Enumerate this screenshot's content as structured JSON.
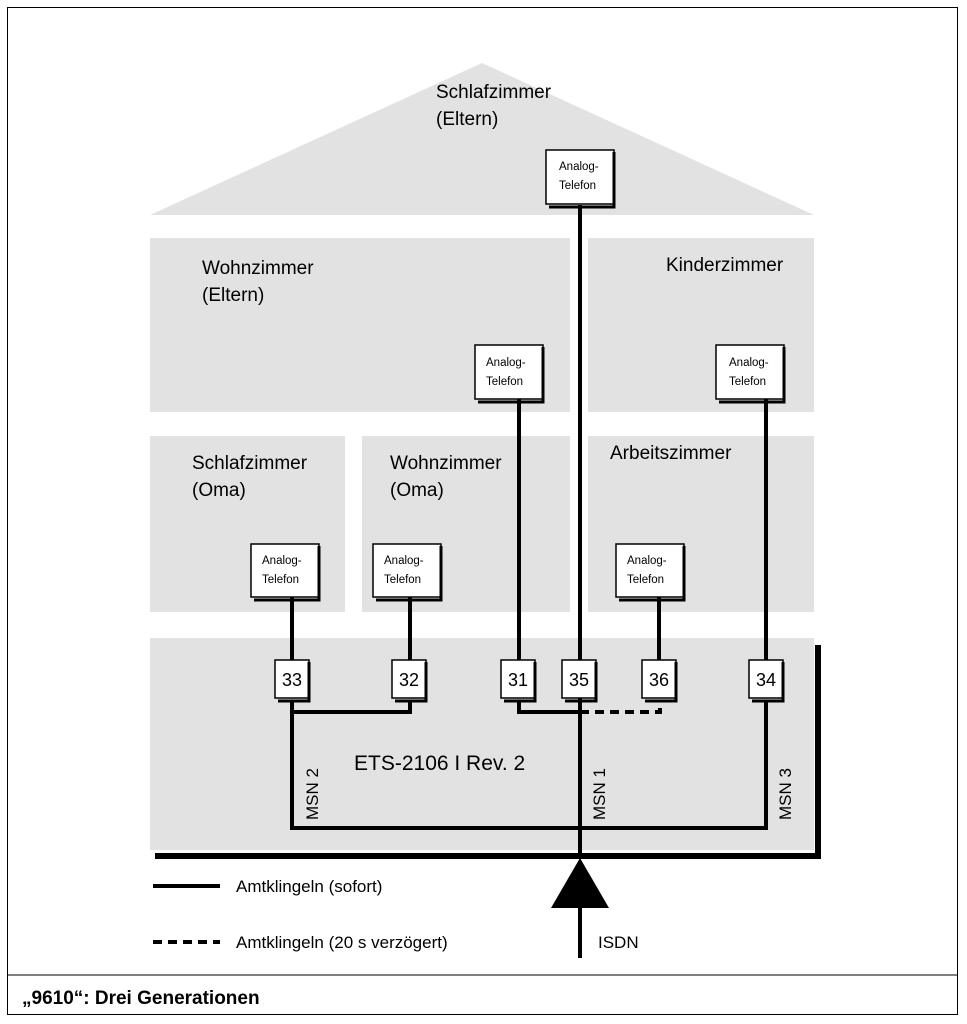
{
  "rooms": {
    "attic": {
      "line1": "Schlafzimmer",
      "line2": "(Eltern)"
    },
    "living_parents": {
      "line1": "Wohnzimmer",
      "line2": "(Eltern)"
    },
    "kids": {
      "line1": "Kinderzimmer"
    },
    "bedroom_oma": {
      "line1": "Schlafzimmer",
      "line2": "(Oma)"
    },
    "living_oma": {
      "line1": "Wohnzimmer",
      "line2": "(Oma)"
    },
    "office": {
      "line1": "Arbeitszimmer"
    }
  },
  "phones": {
    "line1": "Analog-",
    "line2": "Telefon"
  },
  "ports": {
    "p33": "33",
    "p32": "32",
    "p31": "31",
    "p35": "35",
    "p36": "36",
    "p34": "34"
  },
  "device": {
    "label": "ETS-2106 I Rev. 2"
  },
  "msn": {
    "msn1": "MSN 1",
    "msn2": "MSN 2",
    "msn3": "MSN 3"
  },
  "isdn": {
    "label": "ISDN"
  },
  "legend": {
    "solid": "Amtklingeln (sofort)",
    "dashed": "Amtklingeln (20 s verzögert)"
  },
  "caption": "„9610“: Drei Generationen",
  "colors": {
    "room_fill": "#e2e2e2",
    "line": "#000000",
    "background": "#ffffff"
  }
}
